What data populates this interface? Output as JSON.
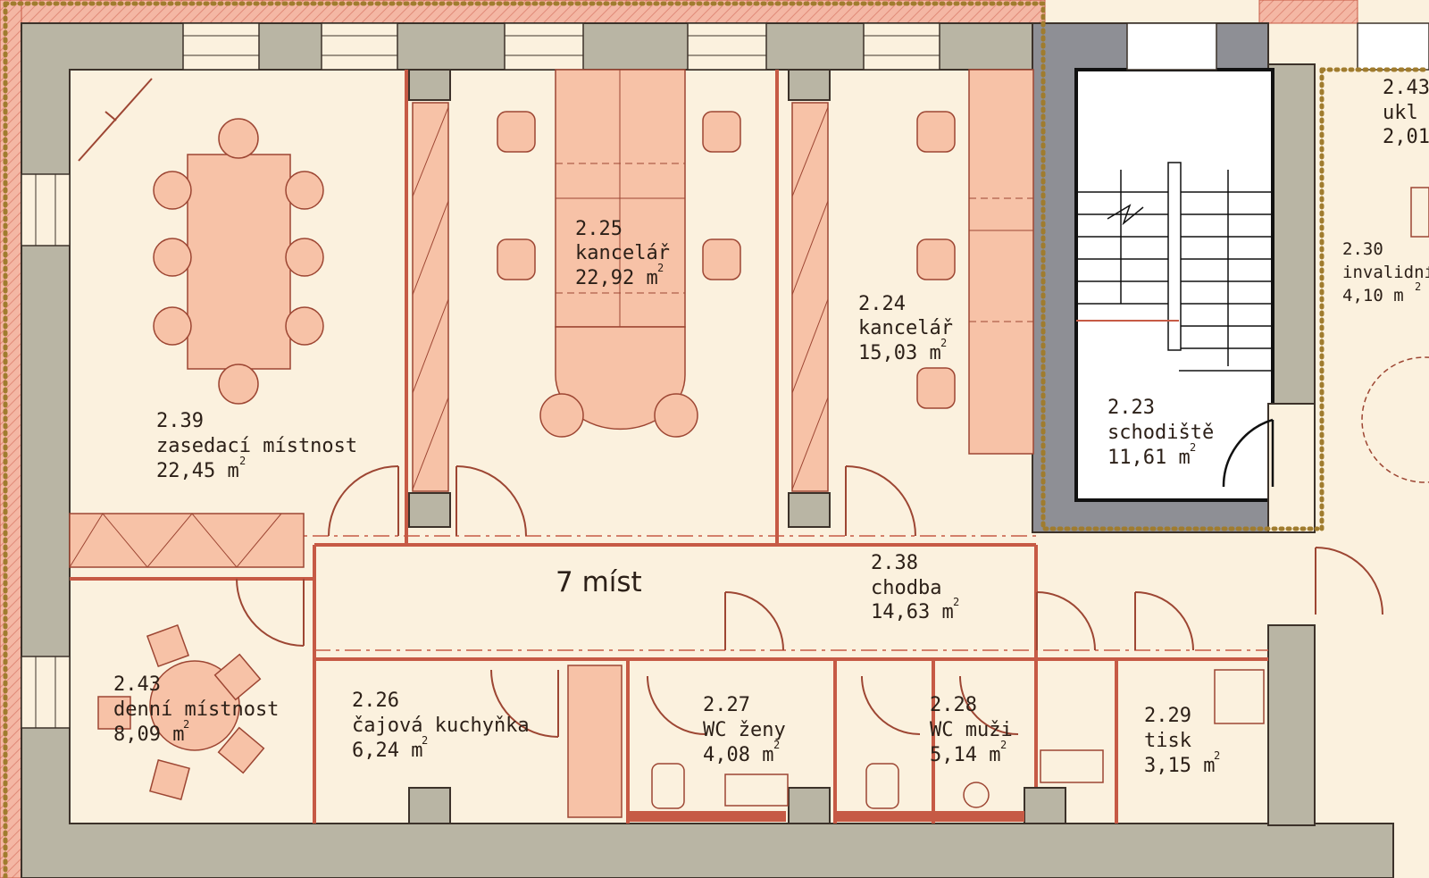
{
  "plan": {
    "colors": {
      "floor": "#fbf1de",
      "wall": "#b9b5a4",
      "wall_outline": "#3c322a",
      "stair_core": "#8e8f95",
      "furniture_fill": "#f7c2a7",
      "furniture_stroke": "#9d4633",
      "partition": "#c65a45",
      "fire_boundary": "#a07c2e"
    },
    "capacity_label": "7 míst",
    "rooms": [
      {
        "id": "2.39",
        "name": "zasedací místnost",
        "area": "22,45 m",
        "unit_sup": "2"
      },
      {
        "id": "2.25",
        "name": "kancelář",
        "area": "22,92 m",
        "unit_sup": "2"
      },
      {
        "id": "2.24",
        "name": "kancelář",
        "area": "15,03 m",
        "unit_sup": "2"
      },
      {
        "id": "2.23",
        "name": "schodiště",
        "area": "11,61 m",
        "unit_sup": "2"
      },
      {
        "id": "2.38",
        "name": "chodba",
        "area": "14,63 m",
        "unit_sup": "2"
      },
      {
        "id": "2.43",
        "name": "denní místnost",
        "area": "8,09 m",
        "unit_sup": "2"
      },
      {
        "id": "2.26",
        "name": "čajová kuchyňka",
        "area": "6,24 m",
        "unit_sup": "2"
      },
      {
        "id": "2.27",
        "name": "WC ženy",
        "area": "4,08 m",
        "unit_sup": "2"
      },
      {
        "id": "2.28",
        "name": "WC muži",
        "area": "5,14 m",
        "unit_sup": "2"
      },
      {
        "id": "2.29",
        "name": "tisk",
        "area": "3,15 m",
        "unit_sup": "2"
      },
      {
        "id": "2.30",
        "name": "invalidní W",
        "area": "4,10 m",
        "unit_sup": "2"
      },
      {
        "id": "2.43",
        "name": "ukl",
        "area": "2,01",
        "unit_sup": ""
      }
    ]
  }
}
